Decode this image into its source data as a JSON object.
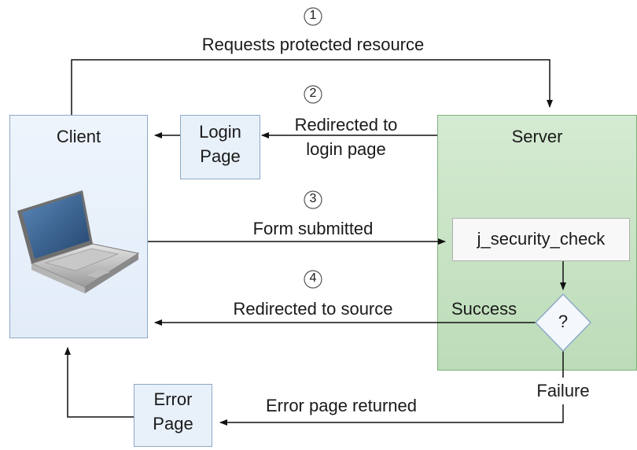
{
  "steps": [
    {
      "number": "1",
      "label": "Requests protected resource"
    },
    {
      "number": "2",
      "label_line1": "Redirected to",
      "label_line2": "login page"
    },
    {
      "number": "3",
      "label": "Form submitted"
    },
    {
      "number": "4",
      "label": "Redirected to source"
    }
  ],
  "client": {
    "title": "Client",
    "icon": "laptop-icon"
  },
  "server": {
    "title": "Server"
  },
  "login_page": {
    "line1": "Login",
    "line2": "Page"
  },
  "error_page": {
    "line1": "Error",
    "line2": "Page"
  },
  "security_check": {
    "label": "j_security_check"
  },
  "decision": {
    "symbol": "?",
    "success_label": "Success",
    "failure_label": "Failure"
  },
  "error_returned": {
    "label": "Error page returned"
  },
  "colors": {
    "box_fill": "#eaf1fb",
    "box_border": "#8eaac8",
    "server_fill": "#c9e3c6",
    "server_border": "#7fb07a",
    "arrow": "#111111"
  }
}
